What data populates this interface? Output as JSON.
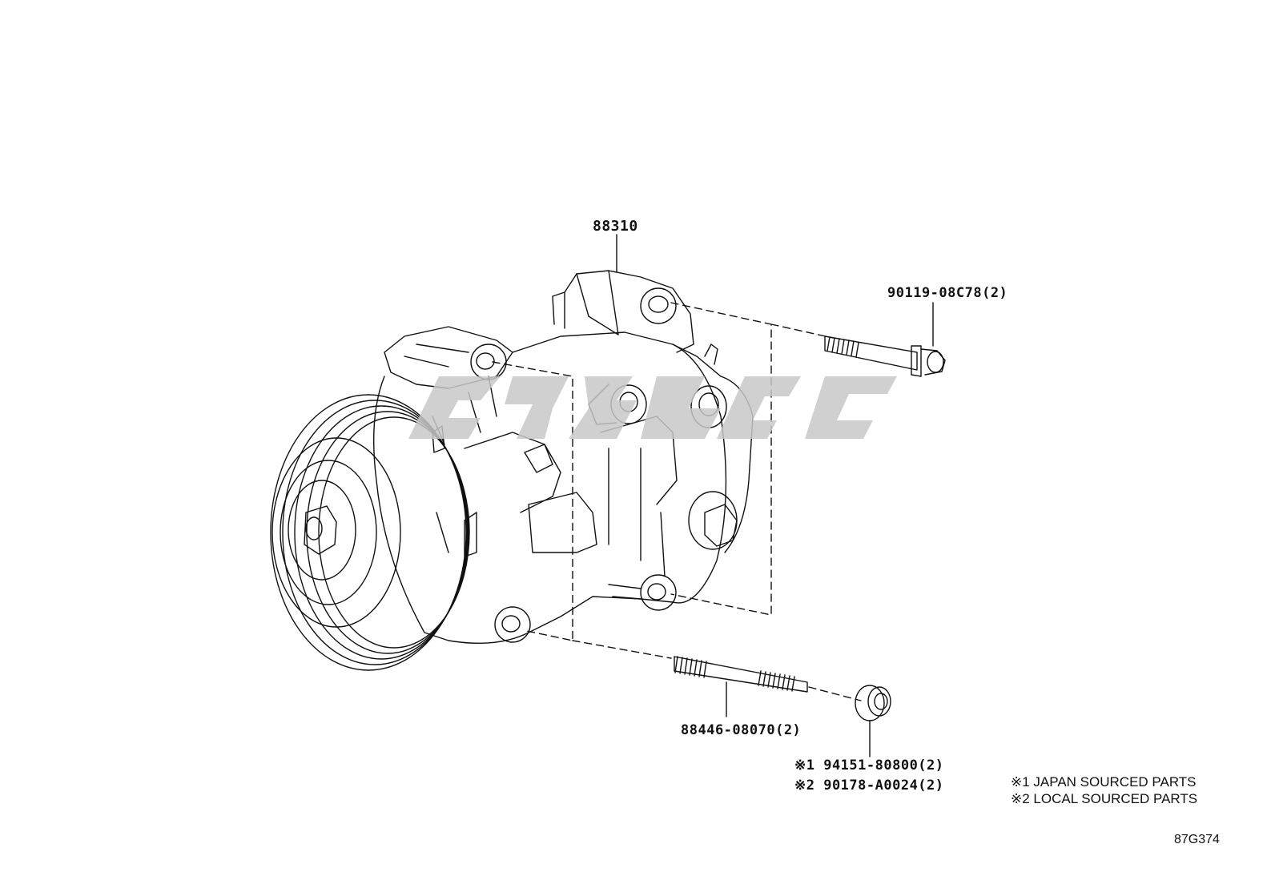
{
  "parts": {
    "compressor": "88310",
    "upper_bolt": "90119-08C78(2)",
    "stud_bolt": "88446-08070(2)",
    "nut_japan": "※1 94151-80800(2)",
    "nut_local": "※2 90178-A0024(2)"
  },
  "legend": {
    "note1": "※1 JAPAN SOURCED PARTS",
    "note2": "※2 LOCAL SOURCED PARTS"
  },
  "diagram_code": "87G374",
  "colors": {
    "line": "#111111",
    "watermark": "#c8c8c8"
  },
  "icons": {
    "watermark": "watermark-logo"
  }
}
